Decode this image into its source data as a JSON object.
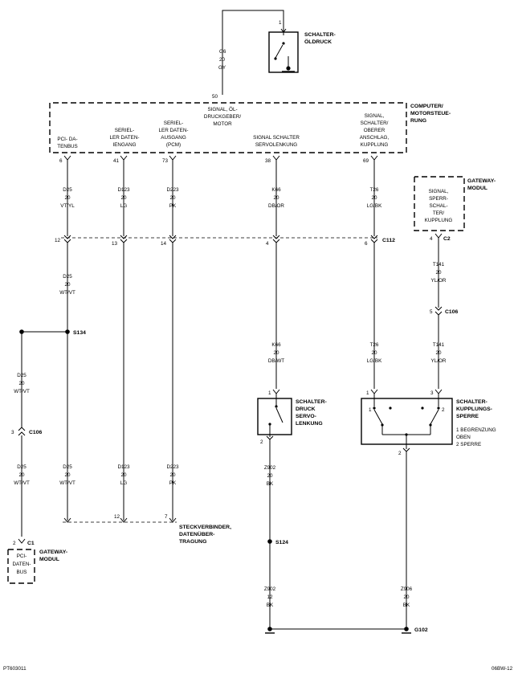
{
  "modules": {
    "schalter_oeldruck": [
      "SCHALTER-",
      "ÖLDRUCK"
    ],
    "pcm": [
      "COMPUTER/",
      "MOTORSTEUE-",
      "RUNG"
    ],
    "gateway_top": [
      "GATEWAY-",
      "MODUL"
    ],
    "gateway_bottom": [
      "GATEWAY-",
      "MODUL"
    ],
    "druck_servo": [
      "SCHALTER-",
      "DRUCK",
      "SERVO-",
      "LENKUNG"
    ],
    "kupplungssperre": [
      "SCHALTER-",
      "KUPPLUNGS-",
      "SPERRE"
    ],
    "kupplung_notes": [
      "1 BEGRENZUNG",
      "OBEN",
      "2 SPERRE"
    ],
    "steckverbinder": [
      "STECKVERBINDER,",
      "DATENÜBER-",
      "TRAGUNG"
    ]
  },
  "pcm_pins": {
    "oil_signal": [
      "SIGNAL, ÖL-",
      "DRUCKGEBER/",
      "MOTOR"
    ],
    "pci": [
      "PCI- DA-",
      "TENBUS"
    ],
    "ser_in": [
      "SERIEL-",
      "LER DATEN-",
      "IENGANG"
    ],
    "ser_out": [
      "SERIEL-",
      "LER DATEN-",
      "AUSGANG",
      "(PCM)"
    ],
    "servo": [
      "SIGNAL SCHALTER",
      "SERVOLENKUNG"
    ],
    "kupplung": [
      "SIGNAL,",
      "SCHALTER/",
      "OBERER",
      "ANSCHLAG,",
      "KUPPLUNG"
    ],
    "gateway_sig": [
      "SIGNAL,",
      "SPERR-",
      "SCHAL-",
      "TER/",
      "KUPPLUNG"
    ],
    "pci_bottom": [
      "PCI-",
      "DATEN-",
      "BUS"
    ]
  },
  "wires": {
    "g6": [
      "G6",
      "20",
      "GY"
    ],
    "d25_a": [
      "D25",
      "20",
      "VT/YL"
    ],
    "d123_a": [
      "D123",
      "20",
      "LG"
    ],
    "d223_a": [
      "D223",
      "20",
      "PK"
    ],
    "k66_a": [
      "K66",
      "20",
      "DB/OR"
    ],
    "t26_a": [
      "T26",
      "20",
      "LG/BK"
    ],
    "d25_b": [
      "D25",
      "20",
      "WT/VT"
    ],
    "t141_a": [
      "T141",
      "20",
      "YL/OR"
    ],
    "d25_c": [
      "D25",
      "20",
      "WT/VT"
    ],
    "k66_b": [
      "K66",
      "20",
      "DB/WT"
    ],
    "t26_b": [
      "T26",
      "20",
      "LG/BK"
    ],
    "t141_b": [
      "T141",
      "20",
      "YL/OR"
    ],
    "d25_d": [
      "D25",
      "20",
      "WT/VT"
    ],
    "d123_b": [
      "D123",
      "20",
      "LG"
    ],
    "d223_b": [
      "D223",
      "20",
      "PK"
    ],
    "z902_a": [
      "Z902",
      "20",
      "BK"
    ],
    "z902_b": [
      "Z902",
      "12",
      "BK"
    ],
    "z906": [
      "Z906",
      "20",
      "BK"
    ]
  },
  "pins": {
    "oil_1": "1",
    "pcm_50": "50",
    "pcm_6": "6",
    "pcm_41": "41",
    "pcm_73": "73",
    "pcm_38": "38",
    "pcm_69": "69",
    "c112_12": "12",
    "c112_13": "13",
    "c112_14": "14",
    "c112_4": "4",
    "c112_6": "6",
    "c2_4": "4",
    "c106r_5": "5",
    "c106l_3": "3",
    "servo_1": "1",
    "servo_2": "2",
    "kup_1": "1",
    "kup_3": "3",
    "kup_2": "2",
    "kup_in1": "1",
    "kup_in2": "2",
    "dl_12": "12",
    "dl_7": "7",
    "c1_2": "2"
  },
  "connectors": {
    "c112": "C112",
    "c2": "C2",
    "c106_right": "C106",
    "c106_left": "C106",
    "c1": "C1",
    "s134": "S134",
    "s124": "S124",
    "g102": "G102"
  },
  "footer": {
    "left": "PT603011",
    "right": "06BW-12"
  }
}
